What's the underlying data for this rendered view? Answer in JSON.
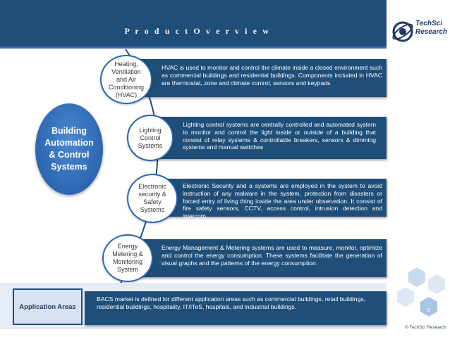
{
  "header": {
    "title": "P r o d u c t   O v e r v i e w"
  },
  "logo": {
    "line1": "TechSci",
    "line2": "Research"
  },
  "main_circle": {
    "label": "Building\nAutomation\n& Control\nSystems"
  },
  "segments": [
    {
      "node_label": "Heating,\nVentilation\nand Air\nConditioning\n(HVAC)",
      "description": "HVAC is used to monitor and control the climate inside a closed environment such as commercial buildings and residential buildings. Components included in HVAC are thermostat, zone and climate control, sensors and keypads"
    },
    {
      "node_label": "Lighting\nControl\nSystems",
      "description": "Lighting control systems are centrally controlled and automated system to monitor and control the light inside or outside of a building that consist of relay systems & controllable breakers, sensors & dimming systems and manual switches"
    },
    {
      "node_label": "Electronic\nsecurity &\nSafety\nSystems",
      "description": "Electronic  Security and a systems are employed in the system to avoid instruction of any malware in the system, protection from disasters or forced entry of living thing inside the area under observation. It consist of fire safety sensors, CCTV, access control, intrusion detection and intercom."
    },
    {
      "node_label": "Energy\nMetering &\nMonitoring\nSystem",
      "description": "Energy Management & Metering systems are used to measure, monitor, optimize and control the energy consumption. These systems facilitate the generation of visual graphs and the patterns of the energy consumption."
    }
  ],
  "application_areas": {
    "label": "Application Areas",
    "text": "BACS market is defined for different application areas such as commercial buildings, retail buildings, residential buildings, hospitality, IT/ITeS, hospitals, and industrial buildings."
  },
  "footer": {
    "page_number": "5",
    "copyright": "© TechSci Research"
  },
  "colors": {
    "primary": "#1f4e79",
    "circle": "#2c66b0",
    "strip": "#e3ecf7"
  }
}
